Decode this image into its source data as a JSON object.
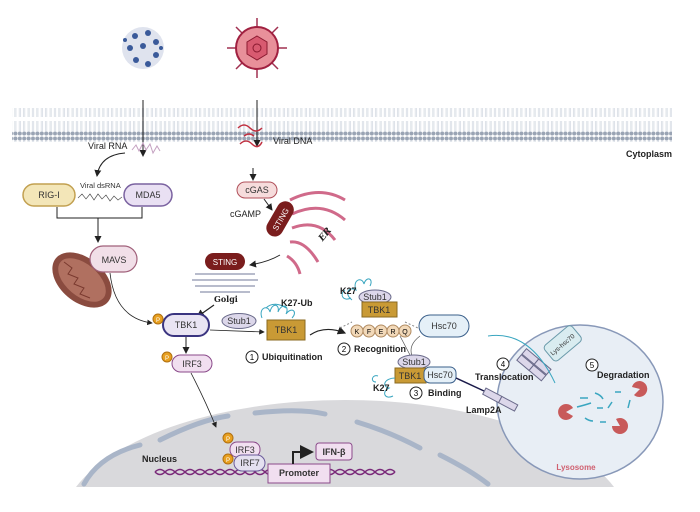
{
  "labels": {
    "cytoplasm": "Cytoplasm",
    "viral_rna": "Viral RNA",
    "viral_dsrna": "Viral dsRNA",
    "viral_dna": "Viral DNA",
    "rig_i": "RIG-I",
    "mda5": "MDA5",
    "mavs": "MAVS",
    "cgas": "cGAS",
    "cgamp": "cGAMP",
    "sting": "STING",
    "er": "ER",
    "golgi": "Golgi",
    "tbk1": "TBK1",
    "irf3": "IRF3",
    "irf7": "IRF7",
    "p": "P",
    "stub1": "Stub1",
    "k27_ub": "K27-Ub",
    "k27": "K27",
    "hsc70": "Hsc70",
    "kferq": [
      "K",
      "F",
      "E",
      "R",
      "Q"
    ],
    "lamp2a": "Lamp2A",
    "lys_hsc70": "Lys-hsc70",
    "lysosome": "Lysosome",
    "nucleus": "Nucleus",
    "promoter": "Promoter",
    "ifn_beta": "IFN-β"
  },
  "steps": [
    {
      "num": "1",
      "label": "Ubiquitination"
    },
    {
      "num": "2",
      "label": "Recognition"
    },
    {
      "num": "3",
      "label": "Binding"
    },
    {
      "num": "4",
      "label": "Translocation"
    },
    {
      "num": "5",
      "label": "Degradation"
    }
  ],
  "colors": {
    "tbk1_gold": "#c99a35",
    "sting_red": "#7a1d1d",
    "phospho_orange": "#e8a020",
    "ubiquitin_cyan": "#3aa6c0",
    "lysosome_text": "#d06070",
    "dna_purple": "#7a2a7a"
  }
}
